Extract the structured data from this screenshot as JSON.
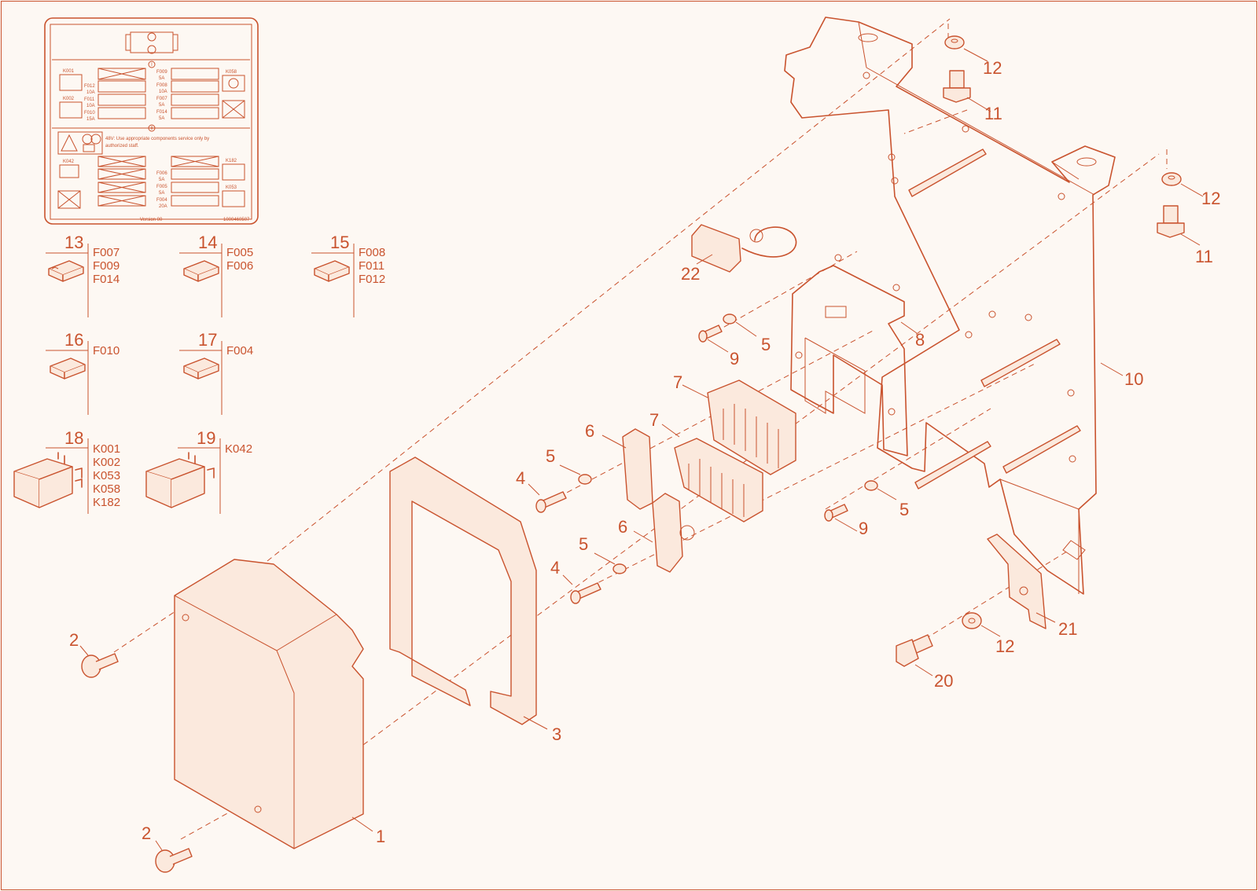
{
  "colors": {
    "ink": "#c9532e",
    "paper": "#fdf8f3",
    "fill": "#fbe9dd"
  },
  "label_panel": {
    "section_1": "I",
    "section_2": "II",
    "left_relays": [
      "K001",
      "K002"
    ],
    "right_relay": "K058",
    "fuses_col_a": [
      {
        "code": "F012",
        "amp": "10A"
      },
      {
        "code": "F011",
        "amp": "10A"
      },
      {
        "code": "F010",
        "amp": "15A"
      }
    ],
    "fuses_col_b": [
      {
        "code": "F009",
        "amp": "5A"
      },
      {
        "code": "F008",
        "amp": "10A"
      },
      {
        "code": "F007",
        "amp": "5A"
      },
      {
        "code": "F014",
        "amp": "5A"
      }
    ],
    "warning": "48V: Use appropriate components service only by authorized staff.",
    "relay_k042": "K042",
    "relay_k182": "K182",
    "relay_k053": "K053",
    "fuses_sec2": [
      {
        "code": "F006",
        "amp": "5A"
      },
      {
        "code": "F005",
        "amp": "5A"
      },
      {
        "code": "F004",
        "amp": "20A"
      }
    ],
    "version": "Version 00",
    "part_number": "1000460507"
  },
  "legend": {
    "g13": {
      "num": "13",
      "codes": [
        "F007",
        "F009",
        "F014"
      ]
    },
    "g14": {
      "num": "14",
      "codes": [
        "F005",
        "F006"
      ]
    },
    "g15": {
      "num": "15",
      "codes": [
        "F008",
        "F011",
        "F012"
      ]
    },
    "g16": {
      "num": "16",
      "codes": [
        "F010"
      ]
    },
    "g17": {
      "num": "17",
      "codes": [
        "F004"
      ]
    },
    "g18": {
      "num": "18",
      "codes": [
        "K001",
        "K002",
        "K053",
        "K058",
        "K182"
      ]
    },
    "g19": {
      "num": "19",
      "codes": [
        "K042"
      ]
    }
  },
  "callouts": {
    "c1": "1",
    "c2a": "2",
    "c2b": "2",
    "c3": "3",
    "c4a": "4",
    "c4b": "4",
    "c5a": "5",
    "c5b": "5",
    "c5c": "5",
    "c5d": "5",
    "c6a": "6",
    "c6b": "6",
    "c7a": "7",
    "c7b": "7",
    "c8": "8",
    "c9a": "9",
    "c9b": "9",
    "c10": "10",
    "c11a": "11",
    "c11b": "11",
    "c12a": "12",
    "c12b": "12",
    "c12c": "12",
    "c20": "20",
    "c21": "21",
    "c22": "22"
  }
}
